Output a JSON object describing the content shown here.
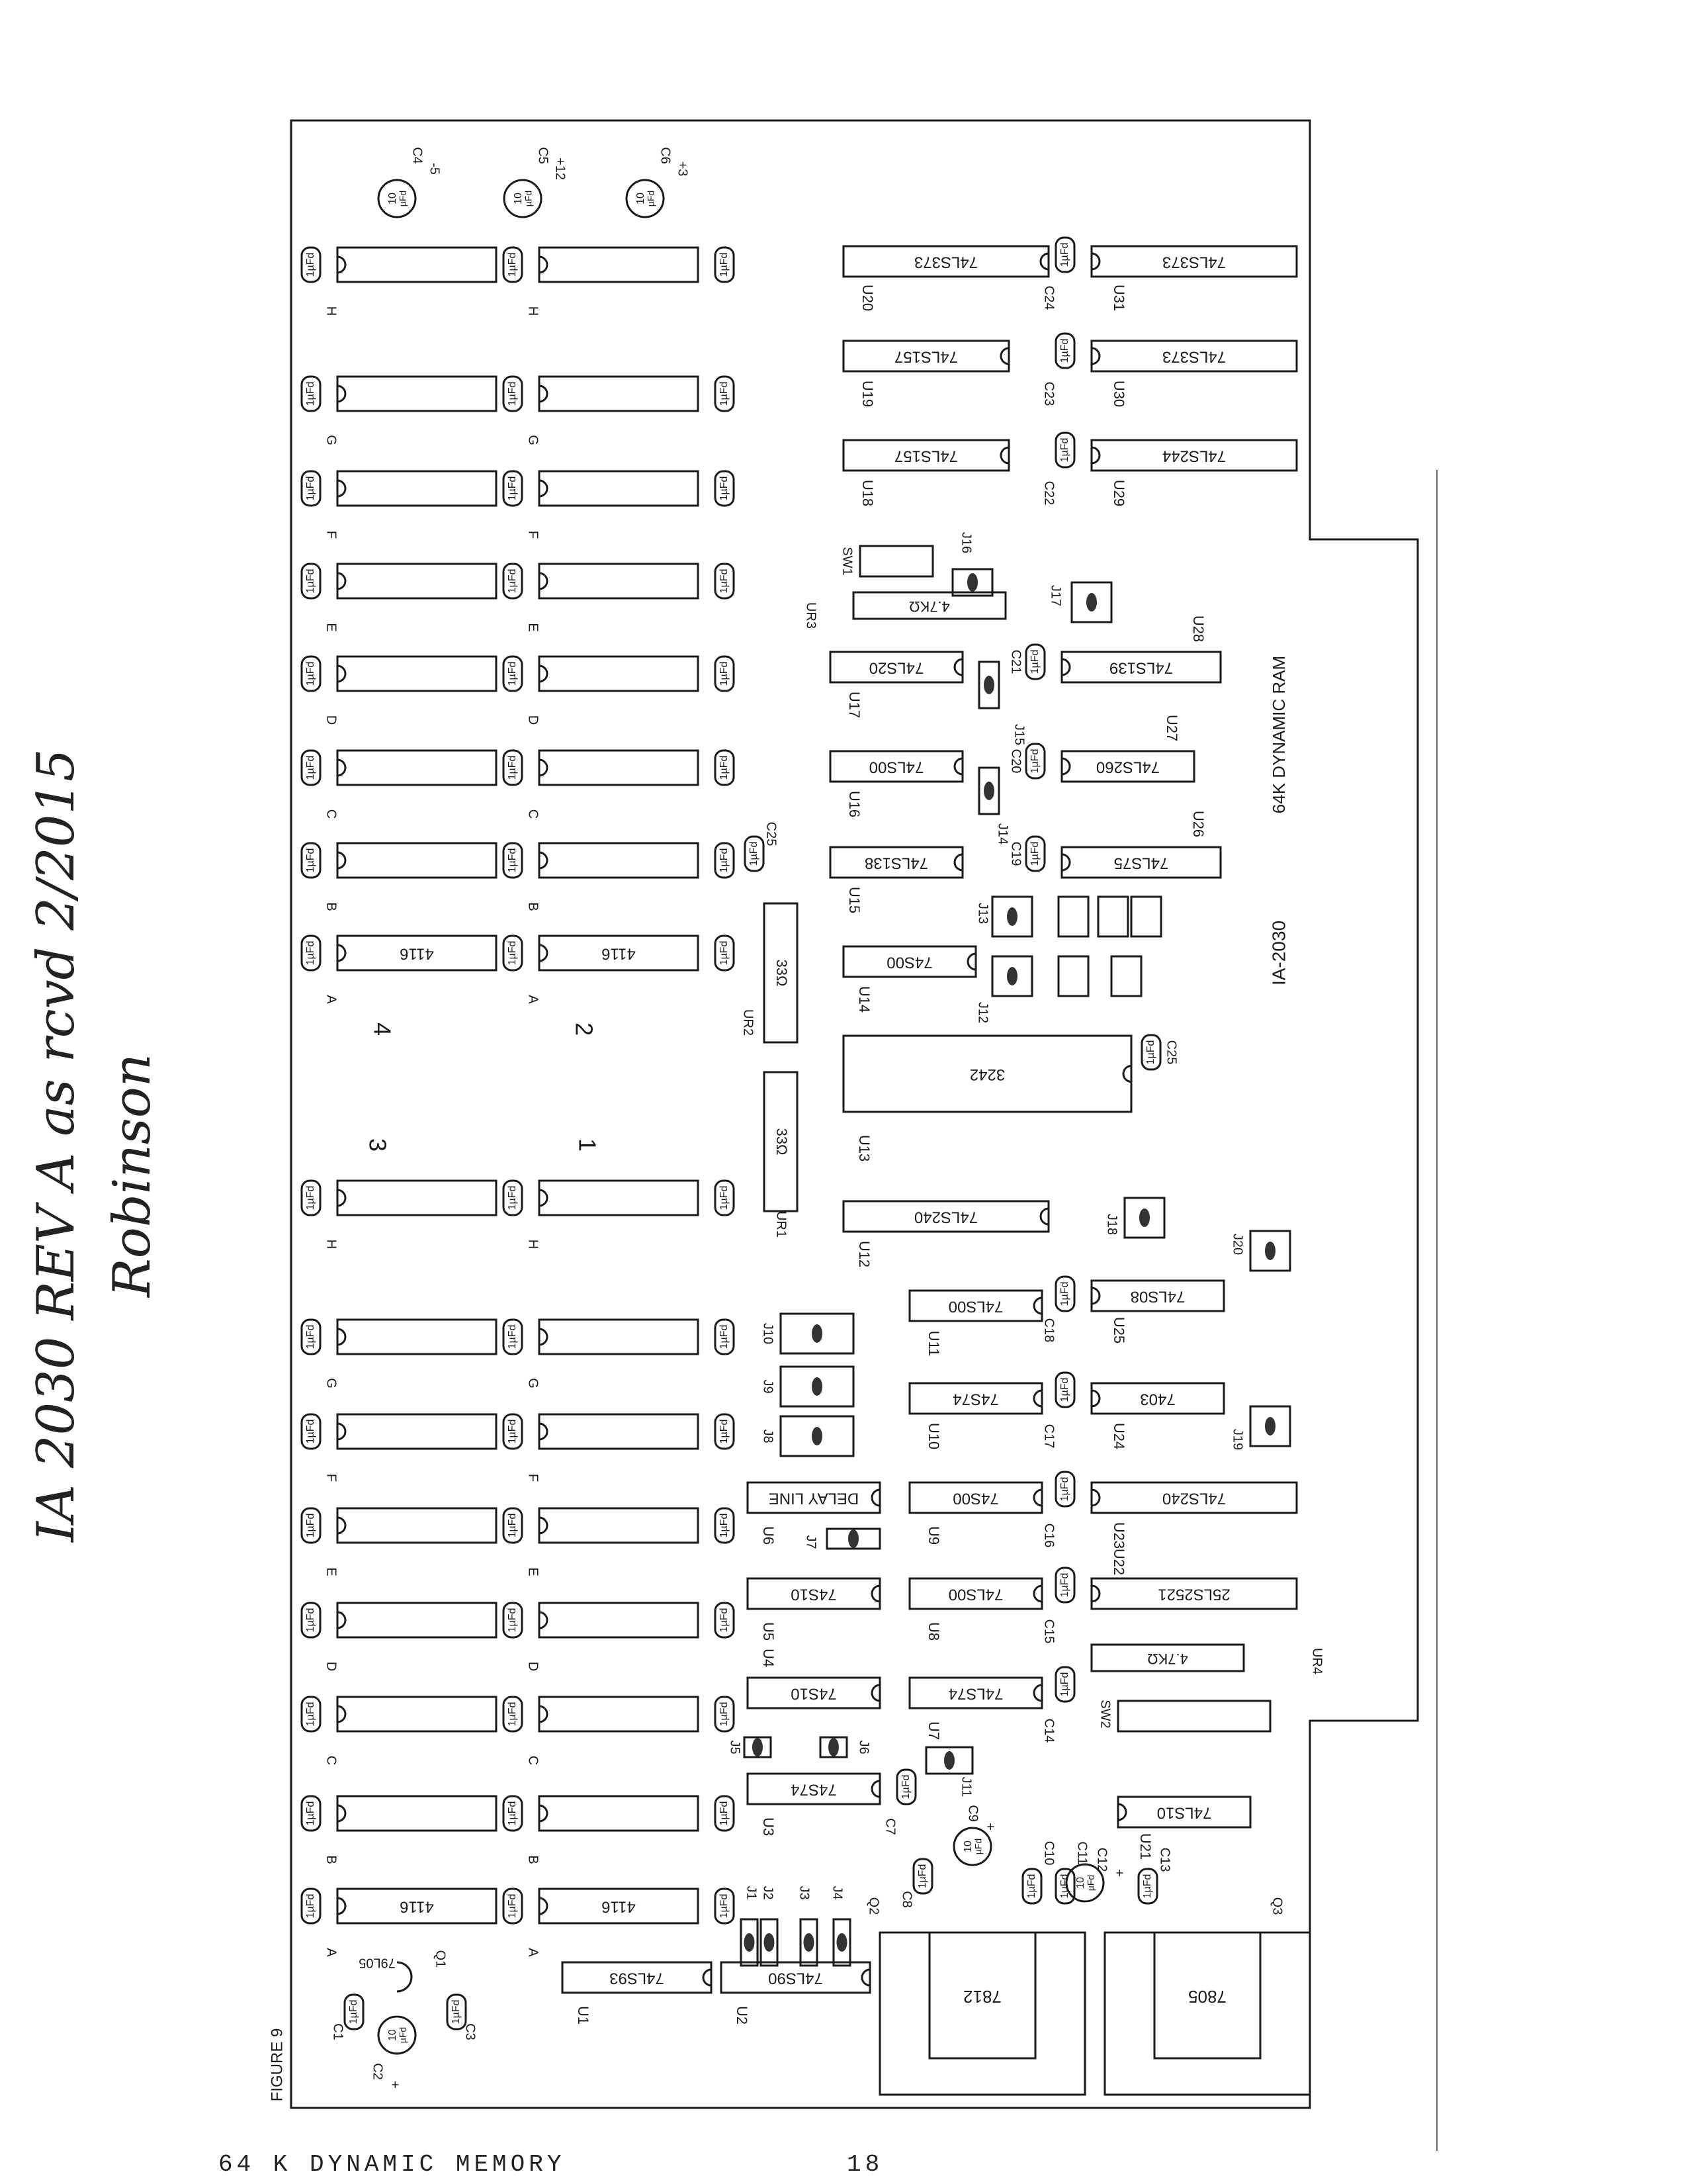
{
  "handwritten": {
    "line1": "IA 2030 REV A  as rcvd  2/2015",
    "line2": "Robinson"
  },
  "footer": {
    "title": "64 K DYNAMIC MEMORY",
    "page": "18"
  },
  "board": {
    "figure_label": "FIGURE 9",
    "board_title": "64K DYNAMIC RAM",
    "board_id": "IA-2030",
    "bank_numbers": [
      "1",
      "2",
      "3",
      "4"
    ],
    "row_letters": [
      "A",
      "B",
      "C",
      "D",
      "E",
      "F",
      "G",
      "H"
    ],
    "ram_part": "4116",
    "decoupling_cap": "1µFd",
    "electrolytic": {
      "value_top": "10",
      "value_bottom": "µFd"
    },
    "large_caps": [
      {
        "ref": "C4",
        "rail": "-5"
      },
      {
        "ref": "C5",
        "rail": "+12"
      },
      {
        "ref": "C6",
        "rail": "+3"
      },
      {
        "ref": "C2",
        "rail": "+"
      },
      {
        "ref": "C9",
        "rail": "+"
      },
      {
        "ref": "C12",
        "rail": "+"
      }
    ],
    "ics": [
      {
        "ref": "U1",
        "part": "74LS93"
      },
      {
        "ref": "U2",
        "part": "74LS90"
      },
      {
        "ref": "U3",
        "part": "74S74"
      },
      {
        "ref": "U4",
        "part": "74S10"
      },
      {
        "ref": "U5",
        "part": "74S10"
      },
      {
        "ref": "U6",
        "part": "DELAY LINE"
      },
      {
        "ref": "U7",
        "part": "74LS74"
      },
      {
        "ref": "U8",
        "part": "74LS00"
      },
      {
        "ref": "U9",
        "part": "74S00"
      },
      {
        "ref": "U10",
        "part": "74S74"
      },
      {
        "ref": "U11",
        "part": "74LS00"
      },
      {
        "ref": "U12",
        "part": "74LS240"
      },
      {
        "ref": "U13",
        "part": "3242"
      },
      {
        "ref": "U14",
        "part": "74S00"
      },
      {
        "ref": "U15",
        "part": "74LS138"
      },
      {
        "ref": "U16",
        "part": "74LS00"
      },
      {
        "ref": "U17",
        "part": "74LS20"
      },
      {
        "ref": "U18",
        "part": "74LS157"
      },
      {
        "ref": "U19",
        "part": "74LS157"
      },
      {
        "ref": "U20",
        "part": "74LS373"
      },
      {
        "ref": "U21",
        "part": "74LS10"
      },
      {
        "ref": "U22",
        "part": "25LS2521"
      },
      {
        "ref": "U23",
        "part": "74LS240"
      },
      {
        "ref": "U24",
        "part": "7403"
      },
      {
        "ref": "U25",
        "part": "74LS08"
      },
      {
        "ref": "U26",
        "part": "74LS75"
      },
      {
        "ref": "U27",
        "part": "74LS260"
      },
      {
        "ref": "U28",
        "part": "74LS139"
      },
      {
        "ref": "U29",
        "part": "74LS244"
      },
      {
        "ref": "U30",
        "part": "74LS373"
      },
      {
        "ref": "U31",
        "part": "74LS373"
      }
    ],
    "resistor_packs": [
      {
        "ref": "UR1",
        "value": "33Ω"
      },
      {
        "ref": "UR2",
        "value": "33Ω"
      },
      {
        "ref": "UR3",
        "value": "4.7KΩ"
      },
      {
        "ref": "UR4",
        "value": "4.7KΩ"
      }
    ],
    "regulators": [
      {
        "ref": "Q1",
        "part": "79L05"
      },
      {
        "ref": "Q2",
        "part": "7812"
      },
      {
        "ref": "Q3",
        "part": "7805"
      }
    ],
    "switches": [
      "SW1",
      "SW2"
    ],
    "jumpers": [
      "J1",
      "J2",
      "J3",
      "J4",
      "J5",
      "J6",
      "J7",
      "J8",
      "J9",
      "J10",
      "J11",
      "J12",
      "J13",
      "J14",
      "J15",
      "J16",
      "J17",
      "J18",
      "J19",
      "J20"
    ],
    "cap_refs": [
      "C1",
      "C3",
      "C7",
      "C8",
      "C10",
      "C11",
      "C13",
      "C14",
      "C15",
      "C16",
      "C17",
      "C18",
      "C19",
      "C20",
      "C21",
      "C22",
      "C23",
      "C24",
      "C25"
    ]
  }
}
